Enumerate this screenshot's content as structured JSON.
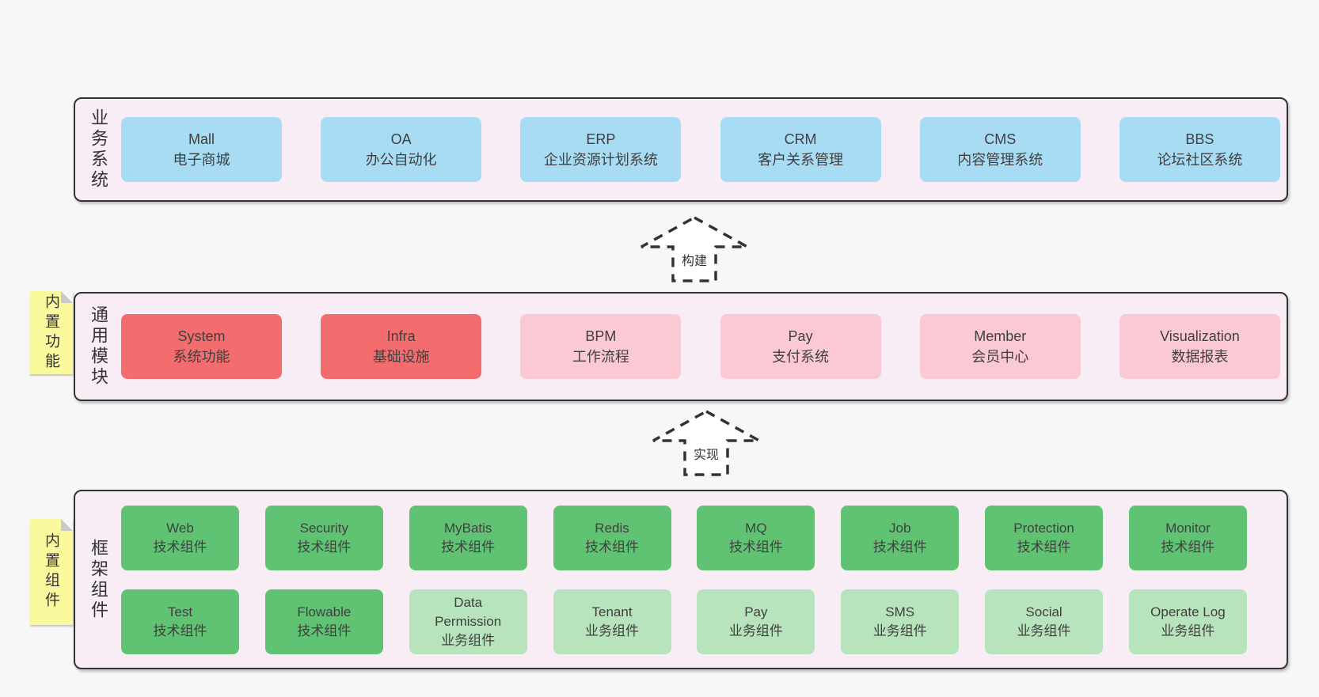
{
  "sections": {
    "business": {
      "label": "业务系统",
      "boxes": [
        {
          "name": "Mall",
          "desc": "电子商城",
          "variant": "blue"
        },
        {
          "name": "OA",
          "desc": "办公自动化",
          "variant": "blue"
        },
        {
          "name": "ERP",
          "desc": "企业资源计划系统",
          "variant": "blue"
        },
        {
          "name": "CRM",
          "desc": "客户关系管理",
          "variant": "blue"
        },
        {
          "name": "CMS",
          "desc": "内容管理系统",
          "variant": "blue"
        },
        {
          "name": "BBS",
          "desc": "论坛社区系统",
          "variant": "blue"
        }
      ]
    },
    "modules": {
      "label": "通用模块",
      "note": "内置功能",
      "boxes": [
        {
          "name": "System",
          "desc": "系统功能",
          "variant": "red"
        },
        {
          "name": "Infra",
          "desc": "基础设施",
          "variant": "red"
        },
        {
          "name": "BPM",
          "desc": "工作流程",
          "variant": "pink"
        },
        {
          "name": "Pay",
          "desc": "支付系统",
          "variant": "pink"
        },
        {
          "name": "Member",
          "desc": "会员中心",
          "variant": "pink"
        },
        {
          "name": "Visualization",
          "desc": "数据报表",
          "variant": "pink"
        }
      ]
    },
    "components": {
      "label": "框架组件",
      "note": "内置组件",
      "rows": [
        [
          {
            "name": "Web",
            "desc": "技术组件",
            "variant": "green"
          },
          {
            "name": "Security",
            "desc": "技术组件",
            "variant": "green"
          },
          {
            "name": "MyBatis",
            "desc": "技术组件",
            "variant": "green"
          },
          {
            "name": "Redis",
            "desc": "技术组件",
            "variant": "green"
          },
          {
            "name": "MQ",
            "desc": "技术组件",
            "variant": "green"
          },
          {
            "name": "Job",
            "desc": "技术组件",
            "variant": "green"
          },
          {
            "name": "Protection",
            "desc": "技术组件",
            "variant": "green"
          },
          {
            "name": "Monitor",
            "desc": "技术组件",
            "variant": "green"
          }
        ],
        [
          {
            "name": "Test",
            "desc": "技术组件",
            "variant": "green"
          },
          {
            "name": "Flowable",
            "desc": "技术组件",
            "variant": "green"
          },
          {
            "name": "Data Permission",
            "desc": "业务组件",
            "variant": "green-light"
          },
          {
            "name": "Tenant",
            "desc": "业务组件",
            "variant": "green-light"
          },
          {
            "name": "Pay",
            "desc": "业务组件",
            "variant": "green-light"
          },
          {
            "name": "SMS",
            "desc": "业务组件",
            "variant": "green-light"
          },
          {
            "name": "Social",
            "desc": "业务组件",
            "variant": "green-light"
          },
          {
            "name": "Operate Log",
            "desc": "业务组件",
            "variant": "green-light"
          }
        ]
      ]
    }
  },
  "arrows": {
    "build": {
      "label": "构建"
    },
    "implement": {
      "label": "实现"
    }
  },
  "colors": {
    "page_bg": "#f7f7f7",
    "panel_bg": "#f8edf5",
    "border": "#333333",
    "blue": "#a8dcf4",
    "red": "#f36d6f",
    "pink": "#fbc9d3",
    "green": "#60c374",
    "green_light": "#b7e3bd",
    "note_yellow": "#fbf99e",
    "text": "#3f3f3f"
  }
}
